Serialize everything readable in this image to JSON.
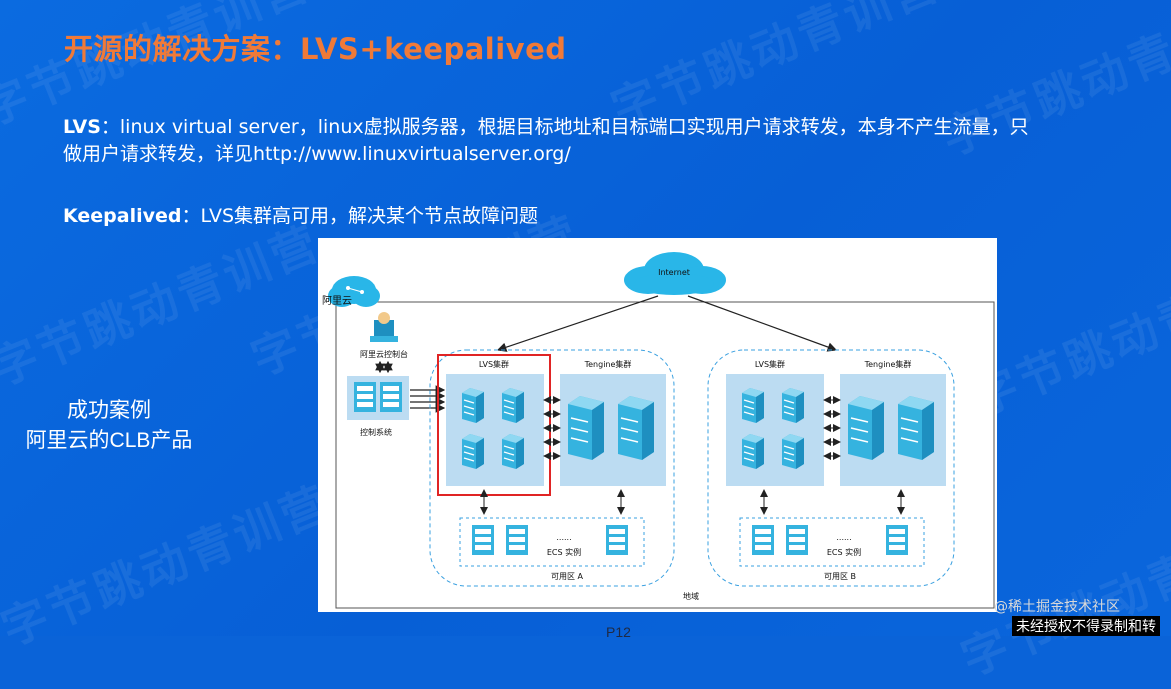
{
  "slide": {
    "title": "开源的解决方案：LVS+keepalived",
    "lvs": {
      "label": "LVS",
      "line1": "：linux virtual server，linux虚拟服务器，根据目标地址和目标端口实现用户请求转发，本身不产生流量，只",
      "line2": "做用户请求转发，详见http://www.linuxvirtualserver.org/"
    },
    "keepalived": {
      "label": "Keepalived",
      "text": "：LVS集群高可用，解决某个节点故障问题"
    },
    "case": {
      "line1": "成功案例",
      "line2": "阿里云的CLB产品"
    },
    "page_number": "P12",
    "watermark": "字节跳动青训营",
    "badge": "@稀土掘金技术社区",
    "notice": "未经授权不得录制和转"
  },
  "diagram": {
    "internet": "Internet",
    "cloud": "阿里云",
    "console": "阿里云控制台",
    "control_system": "控制系统",
    "zone_a": {
      "lvs": "LVS集群",
      "tengine": "Tengine集群",
      "ecs": "ECS 实例",
      "ellipsis": "......",
      "label": "可用区 A"
    },
    "zone_b": {
      "lvs": "LVS集群",
      "tengine": "Tengine集群",
      "ecs": "ECS 实例",
      "ellipsis": "......",
      "label": "可用区 B"
    },
    "region": "地域",
    "colors": {
      "highlight": "#e02424",
      "cloud": "#29b6e8",
      "cluster_bg": "#bcdcf2",
      "server": "#35b3df"
    }
  }
}
